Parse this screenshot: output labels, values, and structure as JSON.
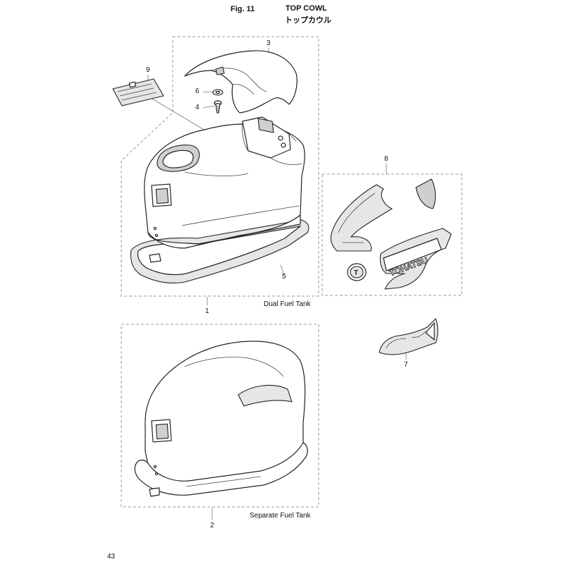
{
  "header": {
    "figure": "Fig. 11",
    "title": "TOP COWL",
    "title_jp": "トップカウル"
  },
  "callouts": {
    "c1": "1",
    "c2": "2",
    "c3": "3",
    "c4": "4",
    "c5": "5",
    "c6": "6",
    "c7": "7",
    "c8": "8",
    "c9": "9"
  },
  "captions": {
    "dual": "Dual Fuel Tank",
    "separate": "Separate Fuel Tank"
  },
  "decal_text": {
    "brand": "TOHATSU",
    "logo": "T"
  },
  "footer": {
    "page_number": "43"
  }
}
